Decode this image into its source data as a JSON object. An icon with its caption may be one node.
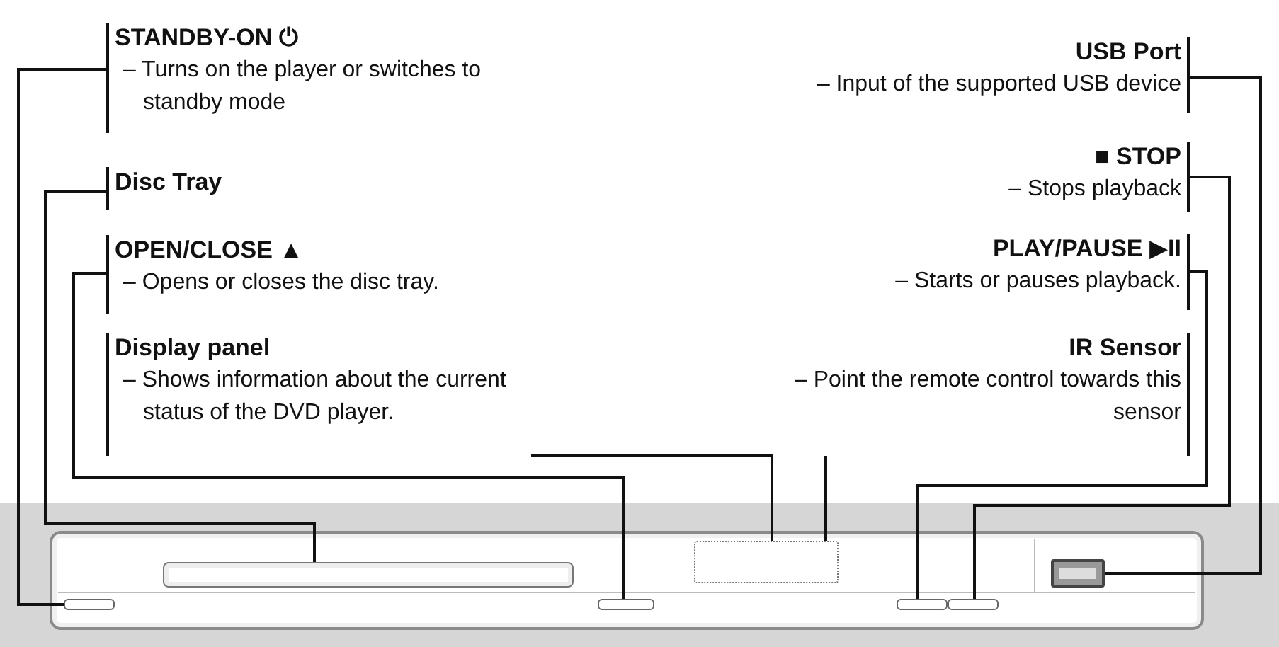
{
  "diagram": {
    "nodes": [
      {
        "text": [
          "STANDBY-ON ⏻",
          "– Turns on the player or switches to standby mode"
        ]
      },
      {
        "text": [
          "Disc Tray"
        ]
      },
      {
        "text": [
          "OPEN/CLOSE ▲",
          "– Opens or closes the disc tray."
        ]
      },
      {
        "text": [
          "Display panel",
          "– Shows information about the current status of the DVD player."
        ]
      },
      {
        "text": [
          "USB Port",
          "– Input of the supported USB device"
        ]
      },
      {
        "text": [
          "■ STOP",
          "– Stops playback"
        ]
      },
      {
        "text": [
          "PLAY/PAUSE ▶II",
          "– Starts or pauses playback."
        ]
      },
      {
        "text": [
          "IR Sensor",
          "– Point the remote control towards this sensor"
        ]
      },
      {
        "text": [],
        "shape": "picture"
      },
      {
        "text": [],
        "shape": "box",
        "in": 8
      },
      {
        "text": [],
        "shape": "bar",
        "in": 8
      },
      {
        "text": [],
        "shape": "box",
        "in": 8
      },
      {
        "text": [],
        "shape": "box",
        "in": 8
      },
      {
        "text": [],
        "shape": "box",
        "in": 8
      },
      {
        "text": [],
        "shape": "box",
        "in": 8
      },
      {
        "text": [],
        "shape": "box",
        "in": 8
      }
    ],
    "edges": [
      {
        "from": 0,
        "to": 9,
        "arrow": "none"
      },
      {
        "from": 1,
        "to": 10,
        "arrow": "none"
      },
      {
        "from": 2,
        "to": 11,
        "arrow": "none"
      },
      {
        "from": 3,
        "to": 12,
        "arrow": "none"
      },
      {
        "from": 7,
        "to": 12,
        "arrow": "none"
      },
      {
        "from": 4,
        "to": 15,
        "arrow": "none"
      },
      {
        "from": 5,
        "to": 14,
        "arrow": "none"
      },
      {
        "from": 6,
        "to": 13,
        "arrow": "none"
      }
    ]
  }
}
